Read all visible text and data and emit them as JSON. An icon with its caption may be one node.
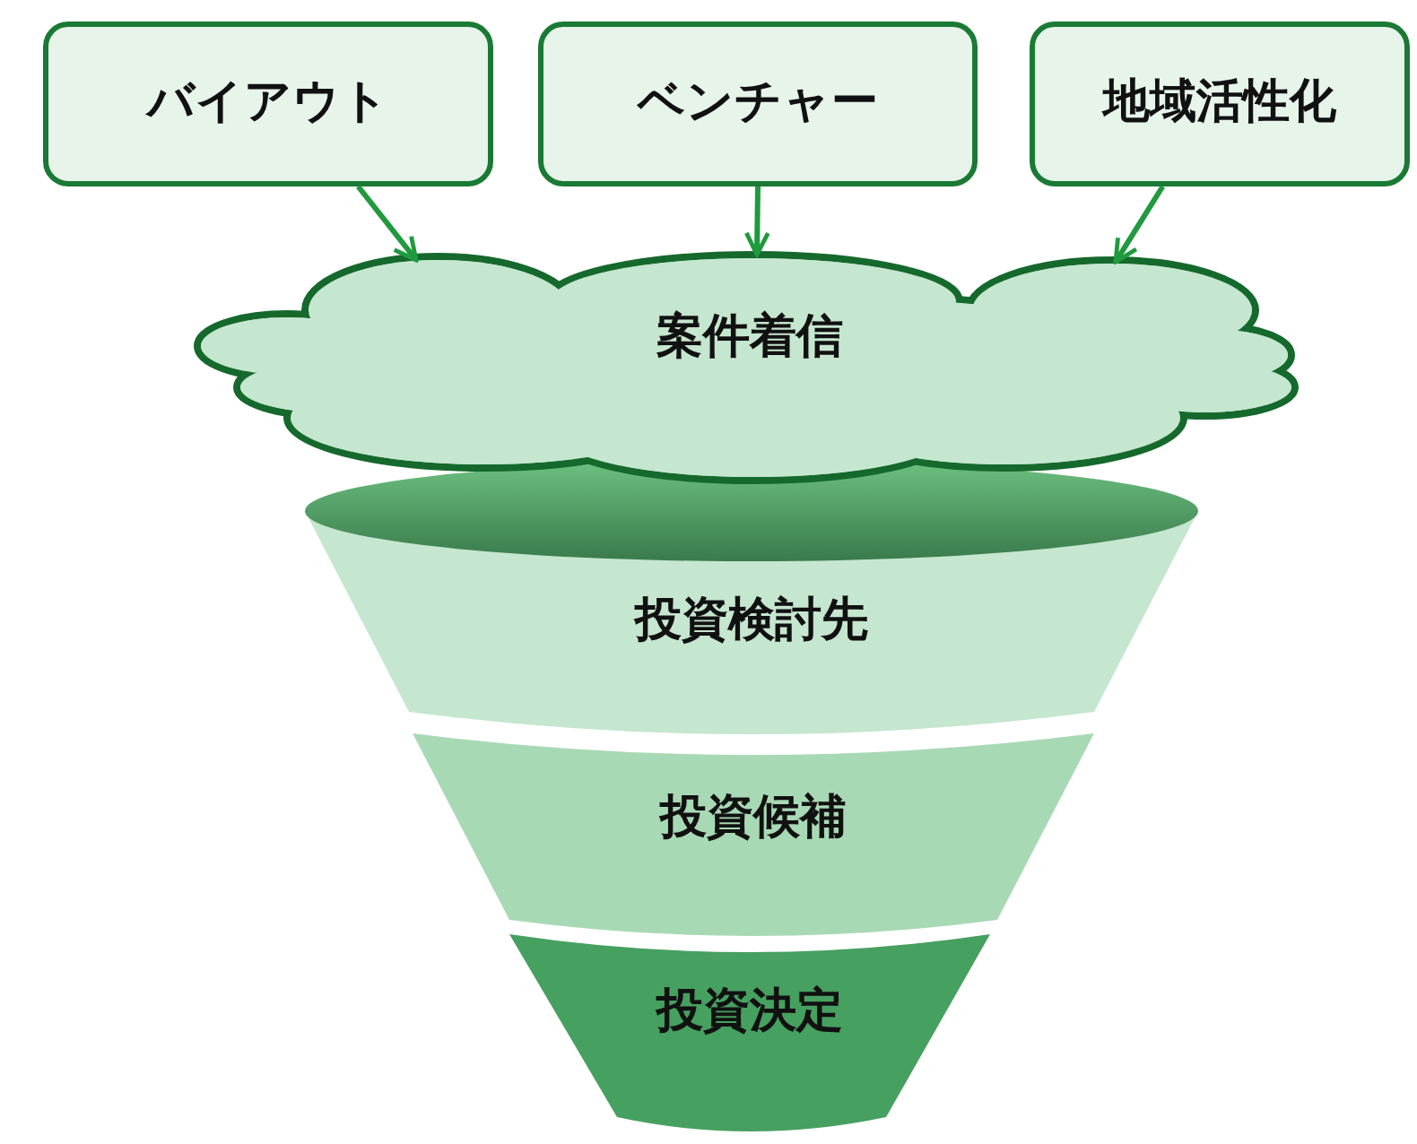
{
  "diagram": {
    "nodes": [
      {
        "text": [
          "バイアウト"
        ]
      },
      {
        "text": [
          "ベンチャー"
        ]
      },
      {
        "text": [
          "地域活性化"
        ]
      },
      {
        "text": [
          "案件着信"
        ]
      },
      {
        "text": [
          "投資検討先"
        ]
      },
      {
        "text": [
          "投資候補"
        ]
      },
      {
        "text": [
          "投資決定"
        ]
      }
    ],
    "edges": [
      {
        "from": 0,
        "to": 3,
        "arrow": "to"
      },
      {
        "from": 1,
        "to": 3,
        "arrow": "to"
      },
      {
        "from": 2,
        "to": 3,
        "arrow": "to"
      }
    ]
  }
}
